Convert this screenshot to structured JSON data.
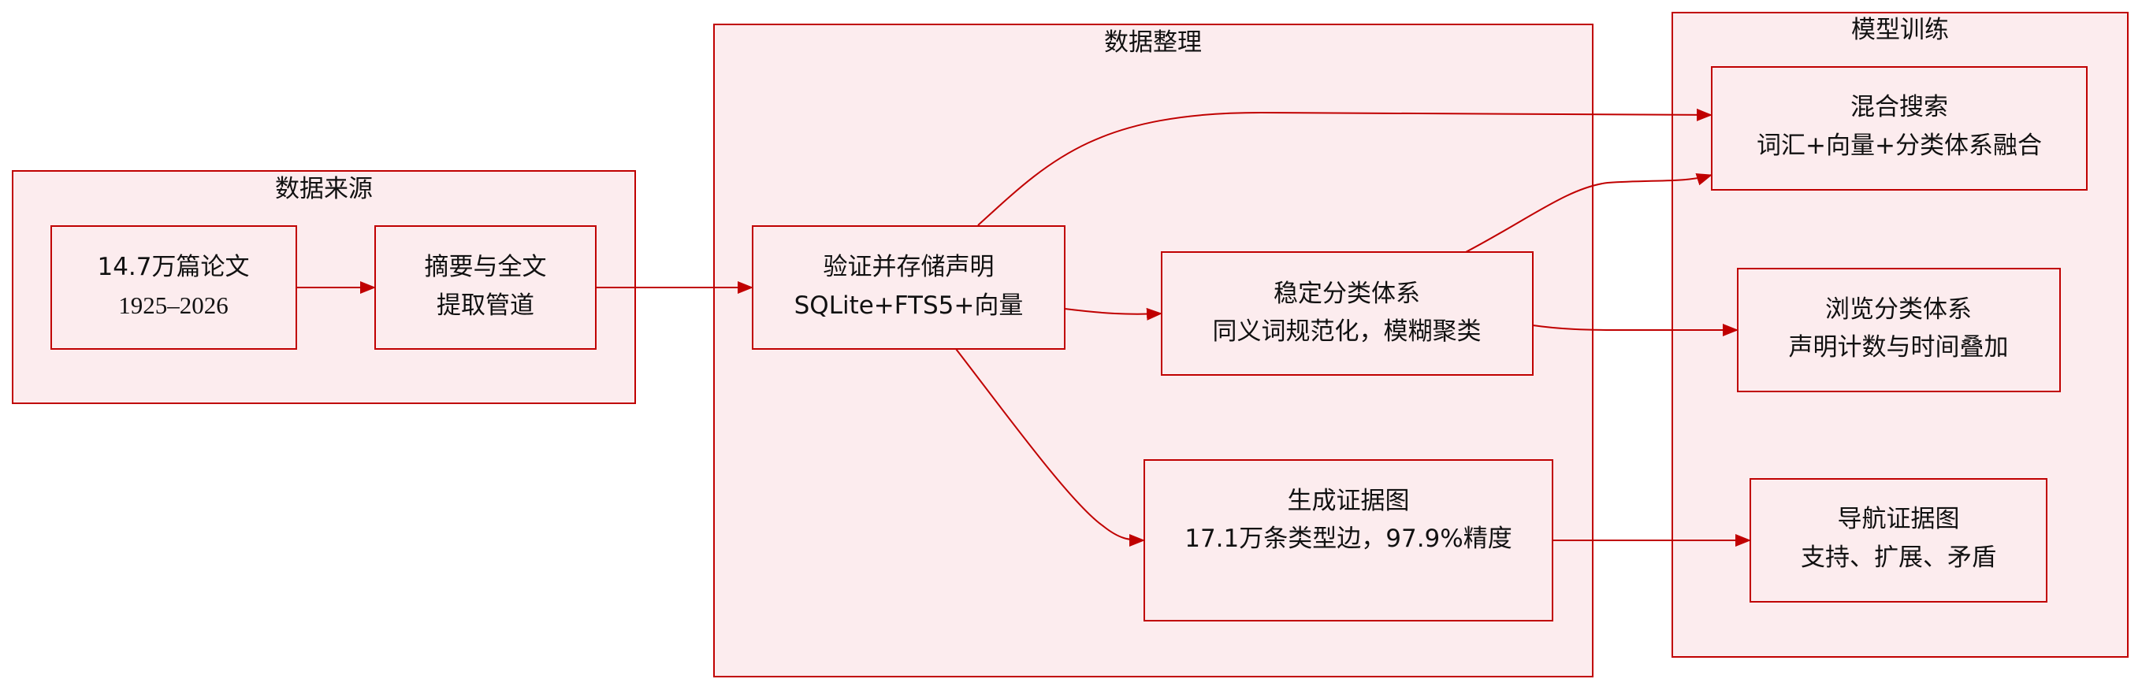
{
  "clusters": {
    "source": {
      "label": "数据来源"
    },
    "organize": {
      "label": "数据整理"
    },
    "training": {
      "label": "模型训练"
    }
  },
  "nodes": {
    "papers": {
      "line1": "14.7万篇论文",
      "line2": "1925–2026"
    },
    "extract": {
      "line1": "摘要与全文",
      "line2": "提取管道"
    },
    "validate": {
      "line1": "验证并存储声明",
      "line2": "SQLite+FTS5+向量"
    },
    "taxonomy": {
      "line1": "稳定分类体系",
      "line2": "同义词规范化，模糊聚类"
    },
    "graph": {
      "line1": "生成证据图",
      "line2": "17.1万条类型边，97.9%精度"
    },
    "hybrid": {
      "line1": "混合搜索",
      "line2": "词汇+向量+分类体系融合"
    },
    "browse": {
      "line1": "浏览分类体系",
      "line2": "声明计数与时间叠加"
    },
    "navigate": {
      "line1": "导航证据图",
      "line2": "支持、扩展、矛盾"
    }
  },
  "colors": {
    "stroke": "#c00000",
    "fill": "#fcecee"
  }
}
